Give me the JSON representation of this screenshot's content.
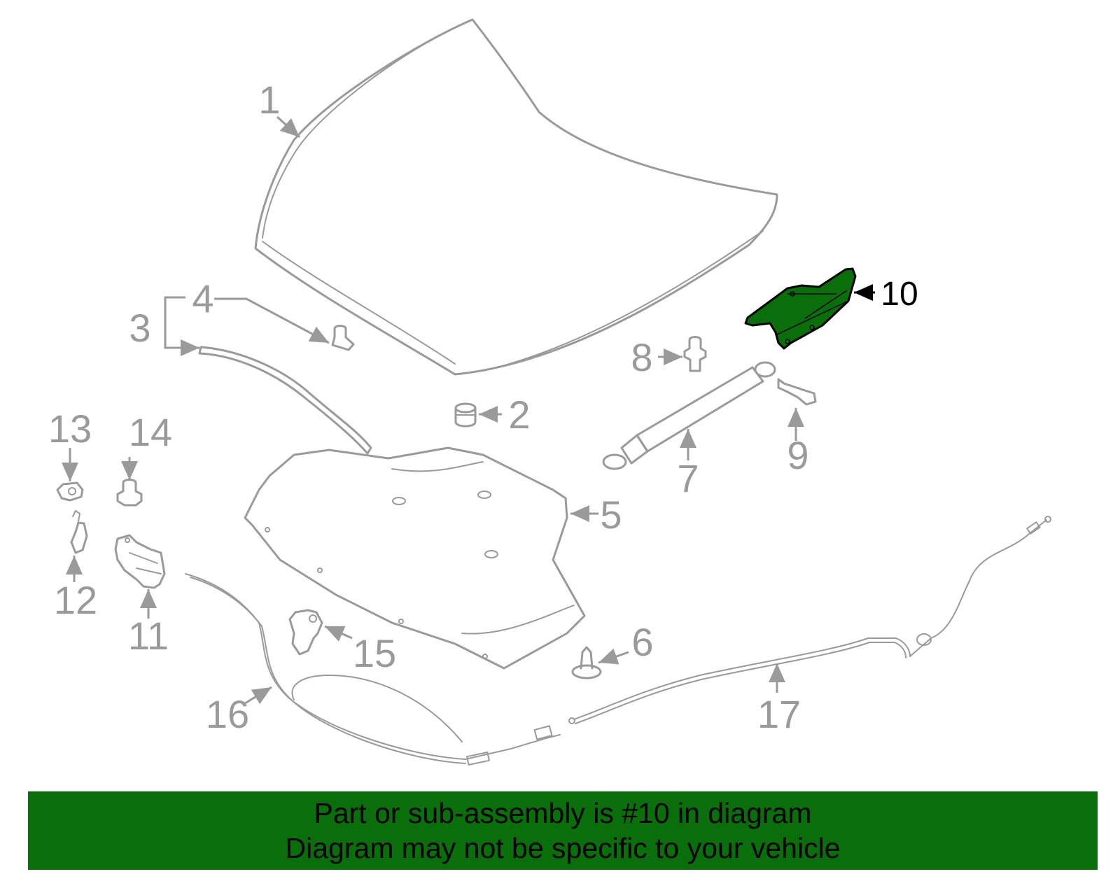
{
  "diagram": {
    "callouts": {
      "c1": "1",
      "c2": "2",
      "c3": "3",
      "c4": "4",
      "c5": "5",
      "c6": "6",
      "c7": "7",
      "c8": "8",
      "c9": "9",
      "c10": "10",
      "c11": "11",
      "c12": "12",
      "c13": "13",
      "c14": "14",
      "c15": "15",
      "c16": "16",
      "c17": "17"
    },
    "highlight_part": "10",
    "colors": {
      "part_stroke": "#9a9a9a",
      "highlight_fill": "#0a6e0a",
      "highlight_text": "#000000",
      "banner_bg": "#0a6e0a"
    }
  },
  "banner": {
    "line1": "Part or sub-assembly is #10 in diagram",
    "line2": "Diagram may not be specific to your vehicle"
  }
}
